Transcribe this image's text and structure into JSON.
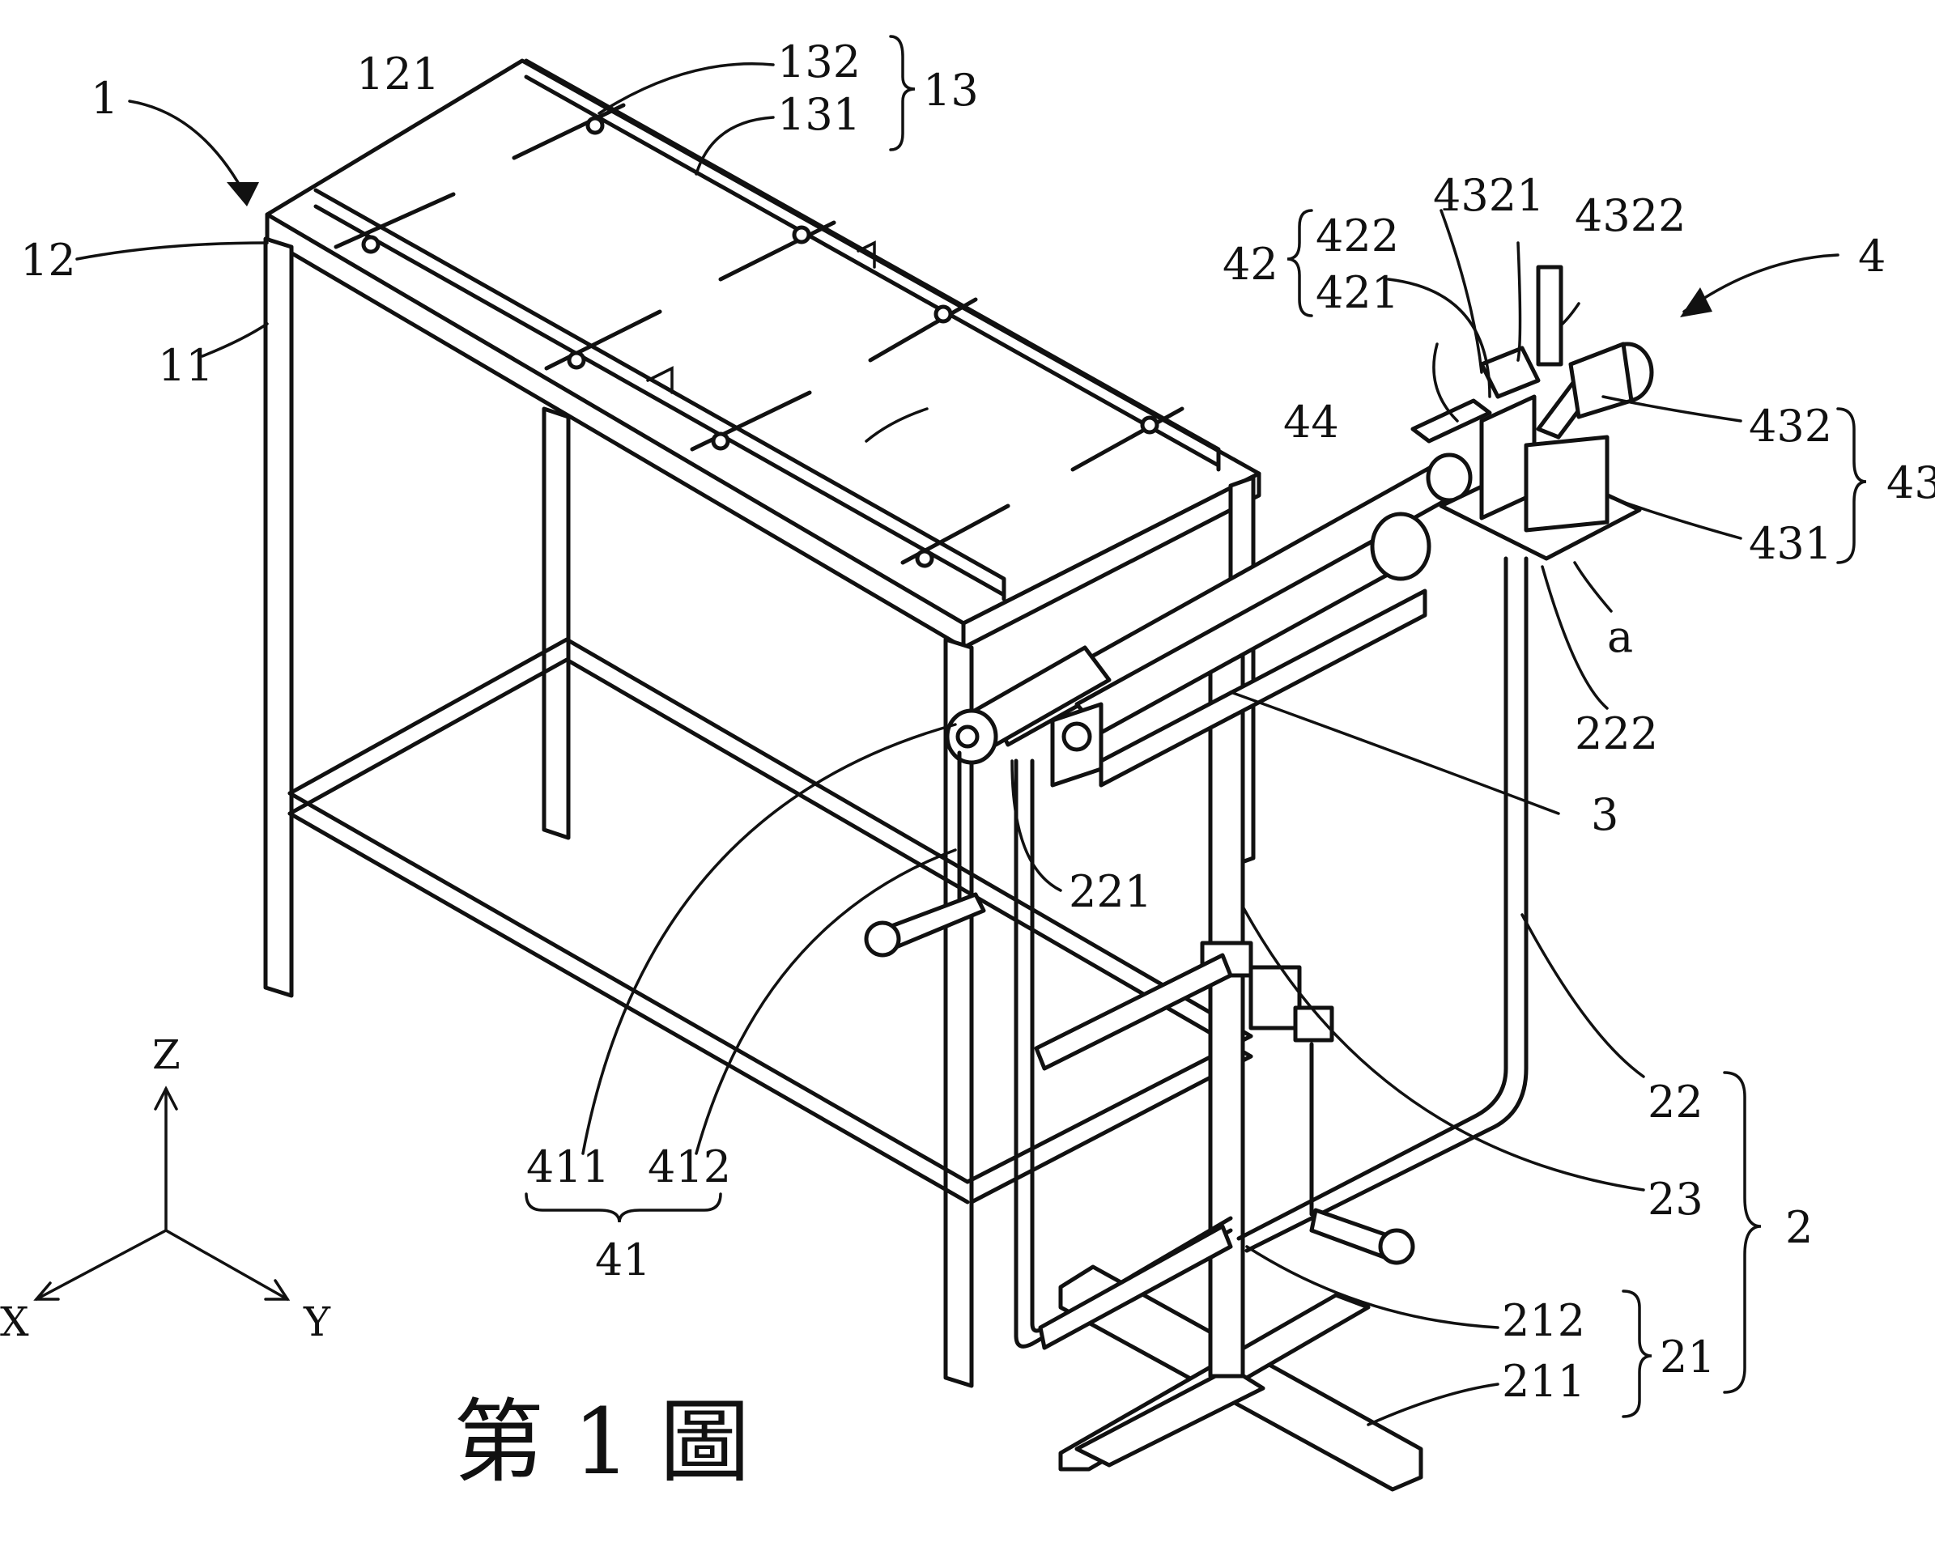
{
  "labels": {
    "l1": "1",
    "l11": "11",
    "l12": "12",
    "l121": "121",
    "l13": "13",
    "l131": "131",
    "l132": "132",
    "l2": "2",
    "l21": "21",
    "l211": "211",
    "l212": "212",
    "l22": "22",
    "l221": "221",
    "l222": "222",
    "l23": "23",
    "l3": "3",
    "l4": "4",
    "l41": "41",
    "l411": "411",
    "l412": "412",
    "l42": "42",
    "l421": "421",
    "l422": "422",
    "l43": "43",
    "l431": "431",
    "l432": "432",
    "l4321": "4321",
    "l4322": "4322",
    "l44": "44",
    "la": "a"
  },
  "axes": {
    "x": "X",
    "y": "Y",
    "z": "Z"
  },
  "caption": "第 1 圖"
}
